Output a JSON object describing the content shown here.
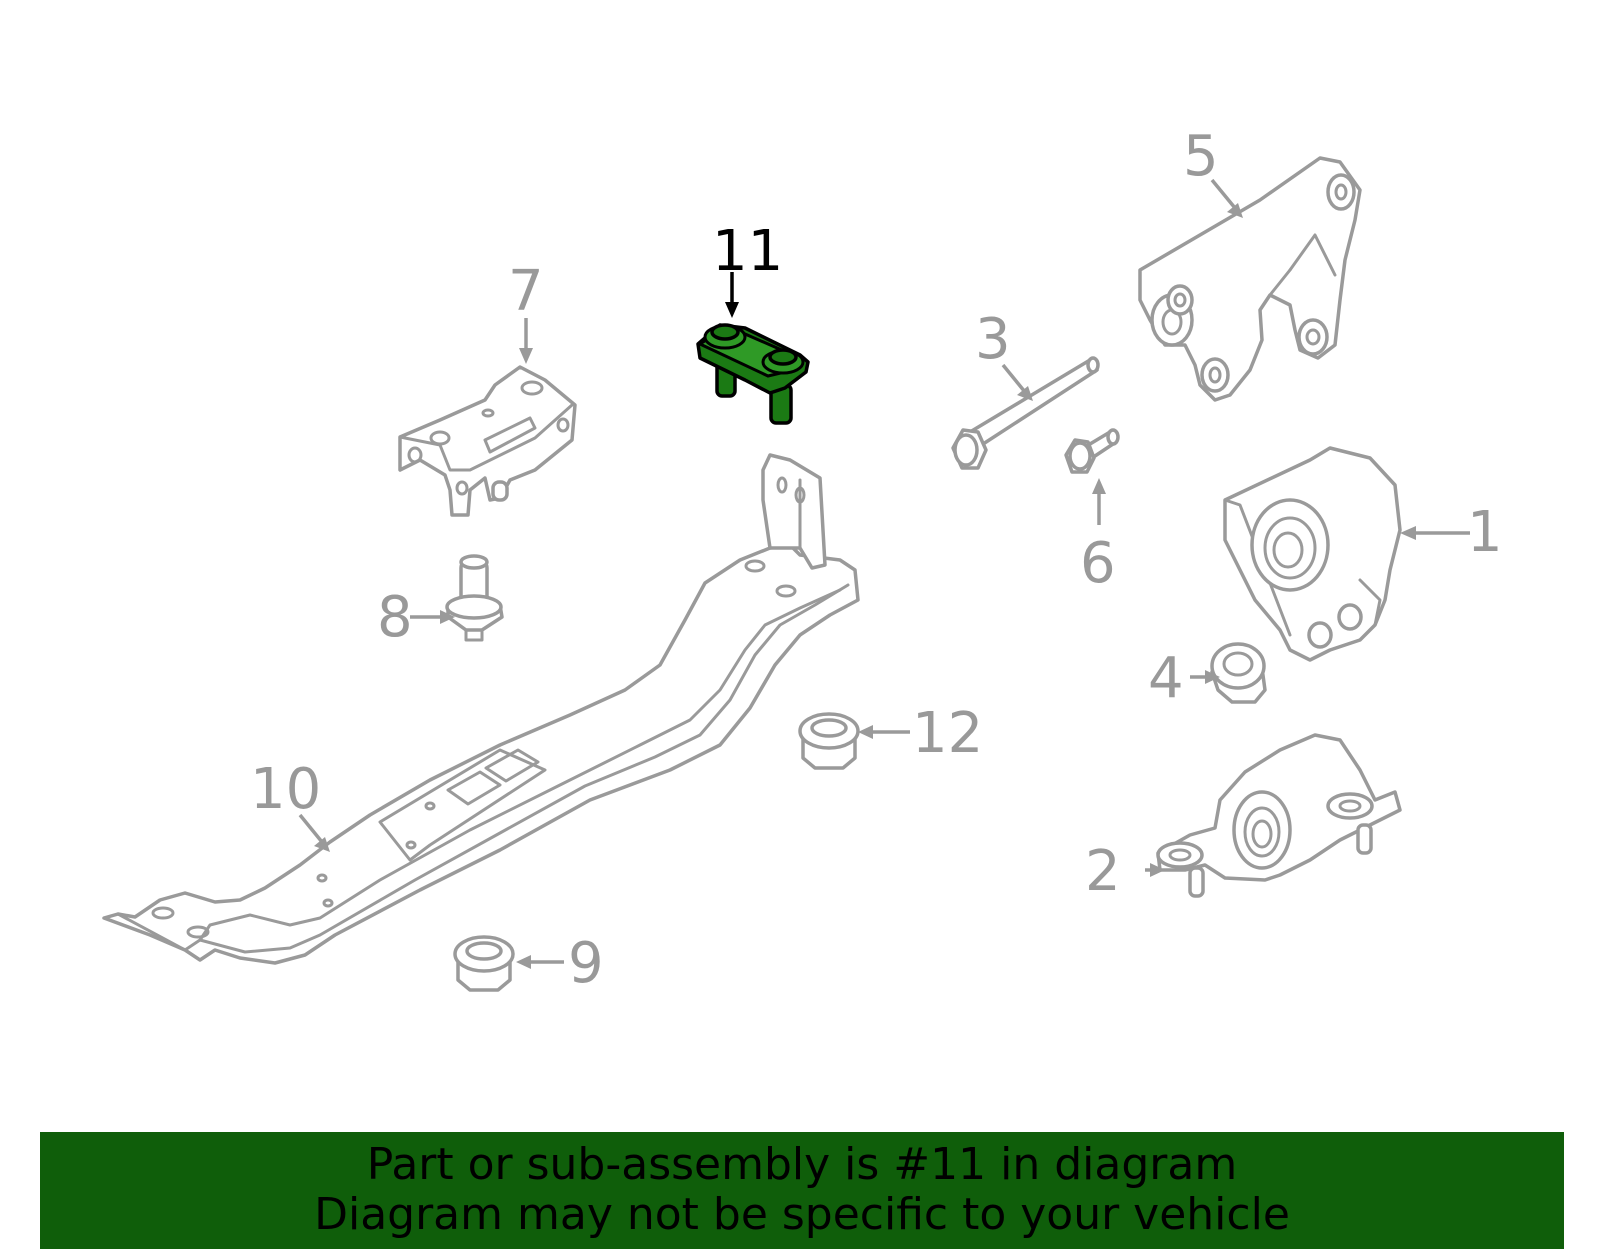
{
  "diagram": {
    "highlighted_part": "11",
    "callouts": {
      "c1": "1",
      "c2": "2",
      "c3": "3",
      "c4": "4",
      "c5": "5",
      "c6": "6",
      "c7": "7",
      "c8": "8",
      "c9": "9",
      "c10": "10",
      "c11": "11",
      "c12": "12"
    },
    "colors": {
      "outline": "#9a9a9a",
      "highlight_fill": "#1b7a14",
      "banner_bg": "#0f5e0a"
    }
  },
  "banner": {
    "line1": "Part or sub-assembly is #11 in diagram",
    "line2": "Diagram may not be specific to your vehicle"
  }
}
